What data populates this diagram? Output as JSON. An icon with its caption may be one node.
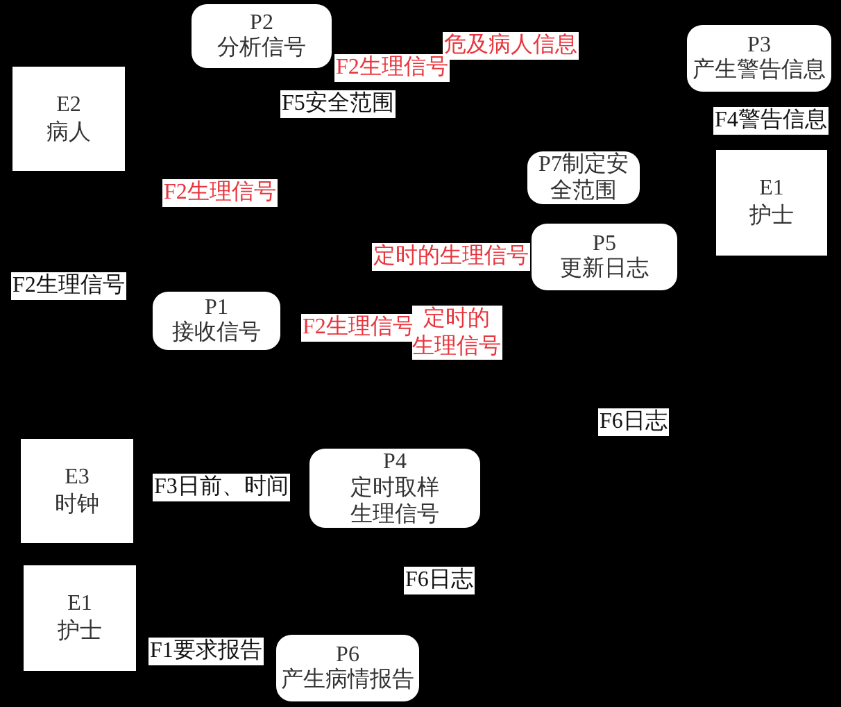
{
  "diagram": {
    "nodes": [
      {
        "text": [
          "P2",
          "分析信号"
        ]
      },
      {
        "text": [
          "P3",
          "产生警告信息"
        ]
      },
      {
        "text": [
          "E2",
          "病人"
        ]
      },
      {
        "text": [
          "P7制定安全范围"
        ]
      },
      {
        "text": [
          "E1",
          "护士"
        ]
      },
      {
        "text": [
          "P5",
          "更新日志"
        ]
      },
      {
        "text": [
          "P1",
          "接收信号"
        ]
      },
      {
        "text": [
          "E3",
          "时钟"
        ]
      },
      {
        "text": [
          "P4",
          "定时取样生理信号"
        ]
      },
      {
        "text": [
          "E1",
          "护士"
        ]
      },
      {
        "text": [
          "P6",
          "产生病情报告"
        ]
      }
    ],
    "labels": [
      "危及病人信息",
      "F2生理信号",
      "F5安全范围",
      "F4警告信息",
      "F2生理信号",
      "定时的生理信号",
      "F2生理信号",
      "F2生理信号",
      "定时的生理信号",
      "F6日志",
      "F3日前、时间",
      "F6日志",
      "F1要求报告"
    ]
  }
}
